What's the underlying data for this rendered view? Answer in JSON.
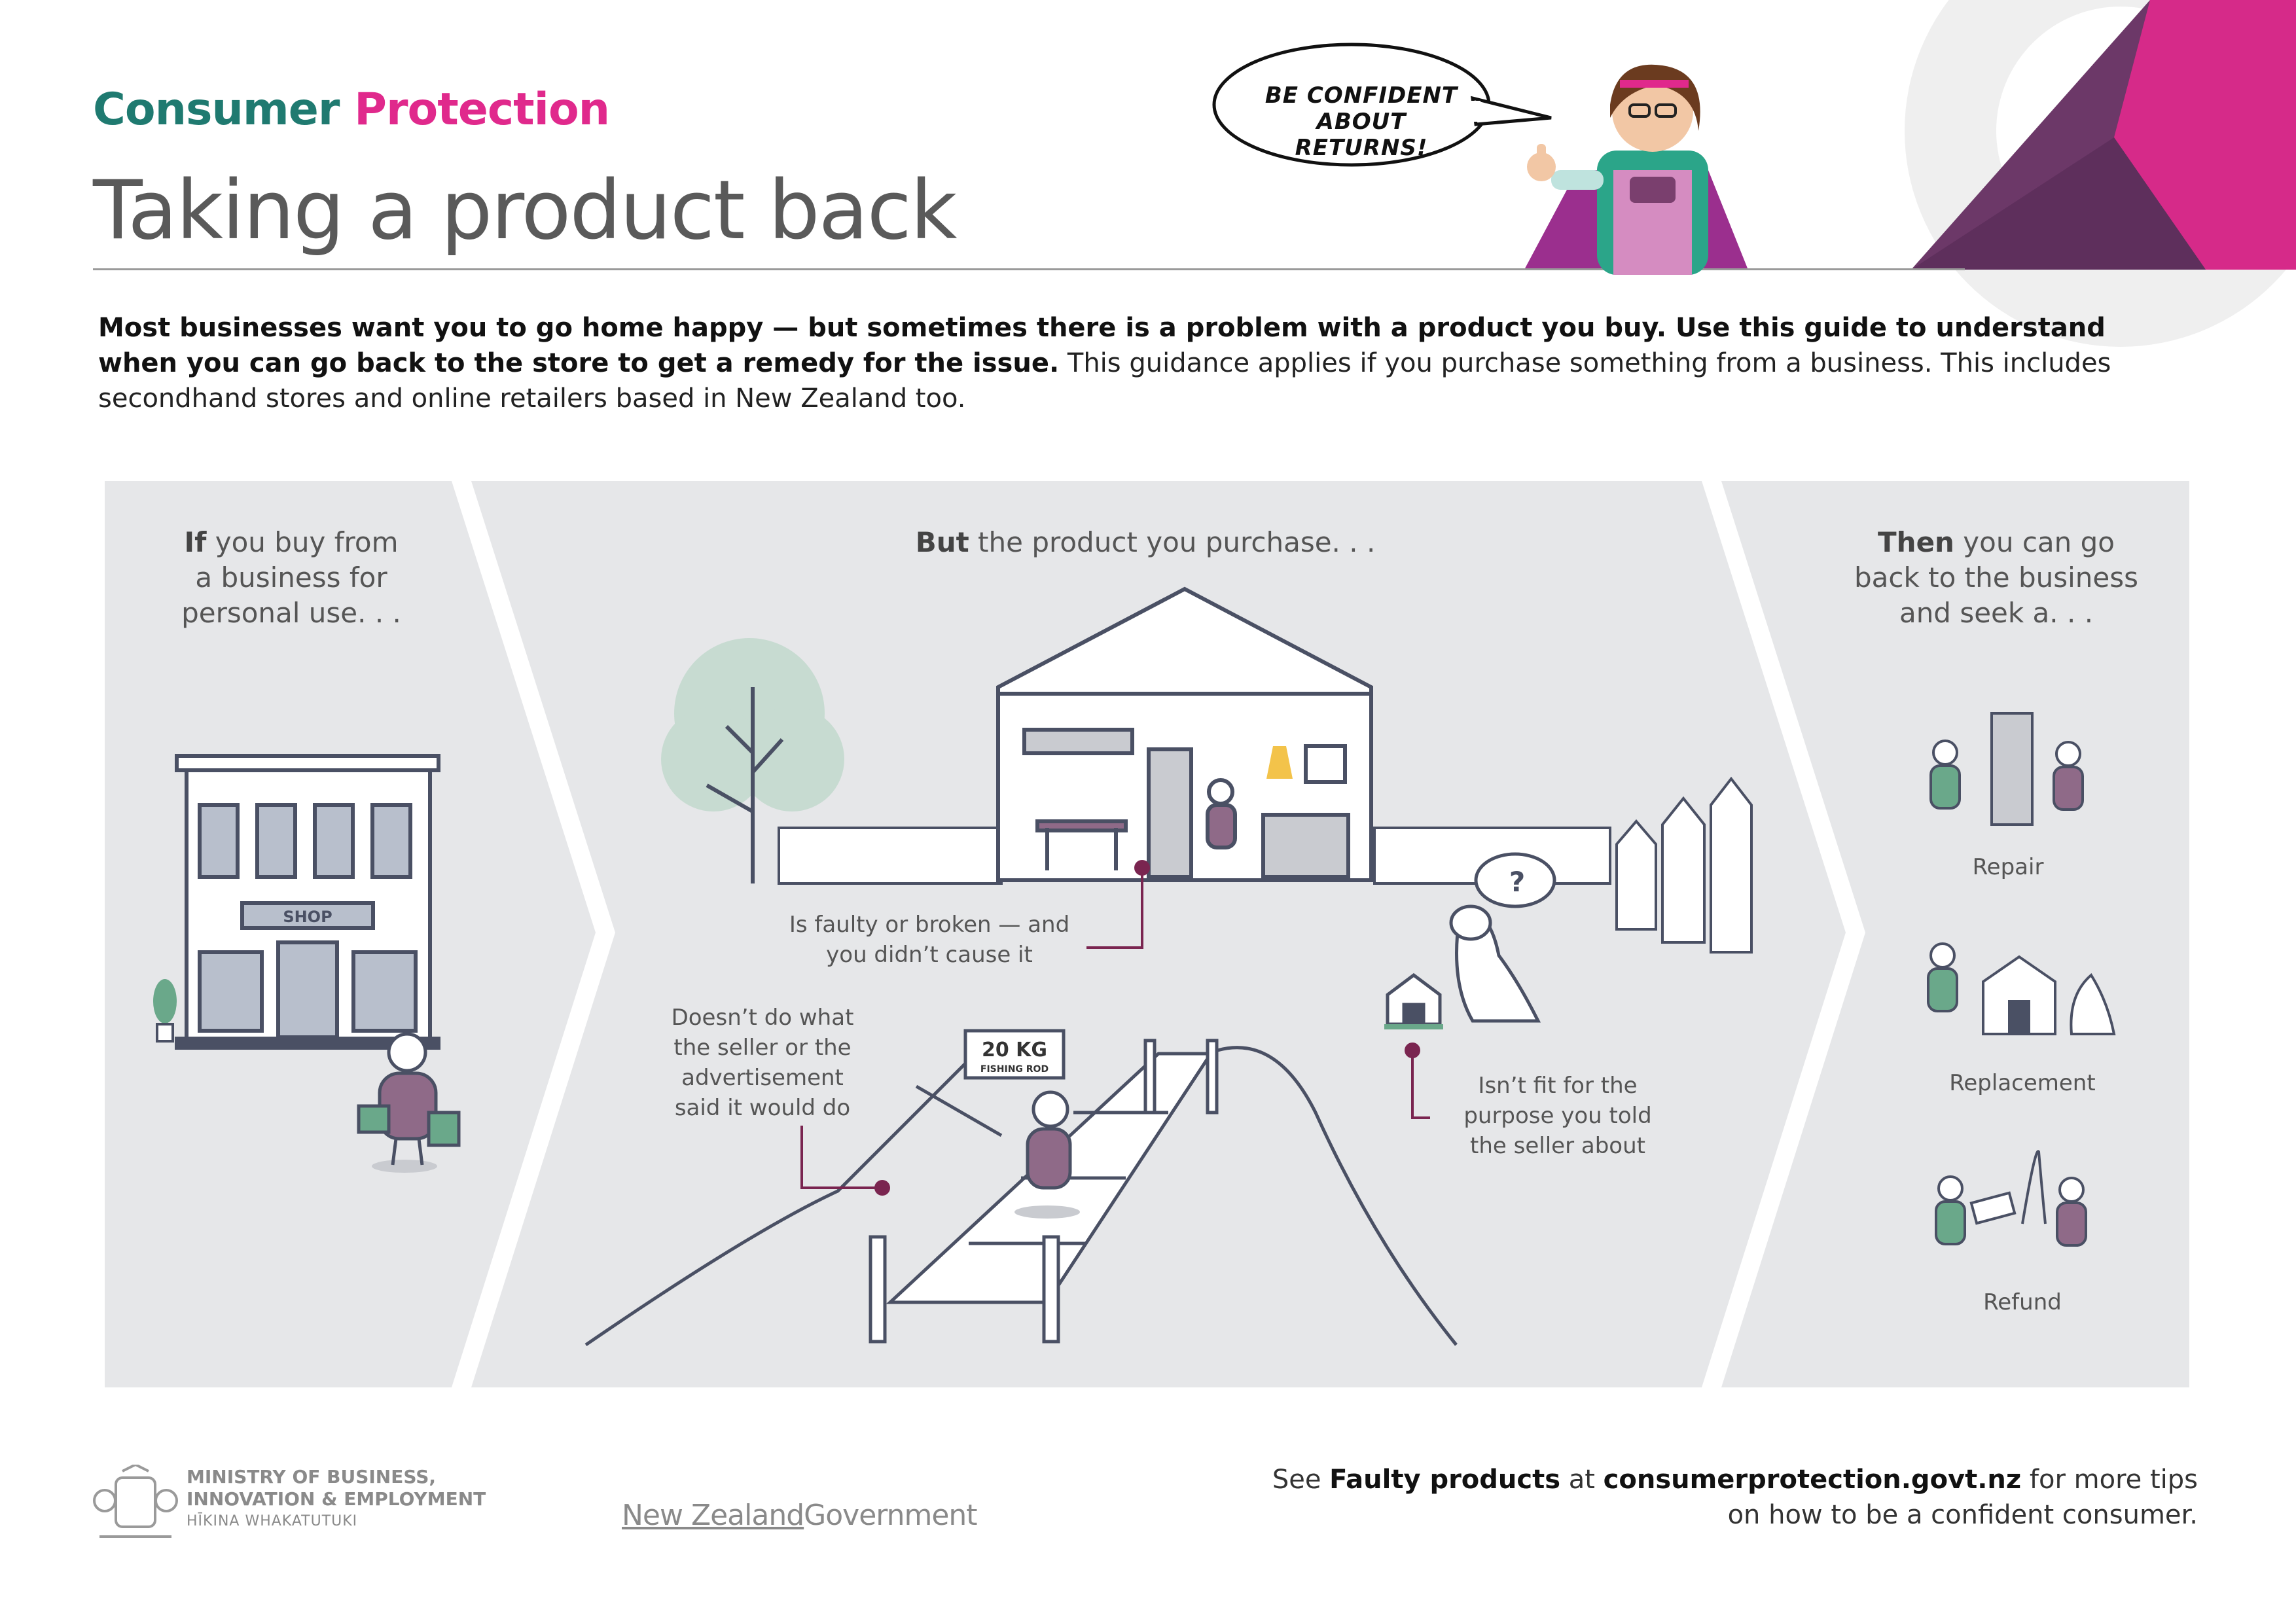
{
  "brand": {
    "part1": "Consumer",
    "part2": "Protection"
  },
  "title": "Taking a product back",
  "speech_bubble": {
    "line1": "Be confident",
    "line2": "about returns!"
  },
  "intro": {
    "bold": "Most businesses want you to go home happy — but sometimes there is a problem with a product you buy. Use this guide to understand when you can go back to the store to get a remedy for the issue.",
    "normal": " This guidance applies if you purchase something from a business. This includes secondhand stores and online retailers based in New Zealand too."
  },
  "columns": {
    "left": {
      "bold": "If",
      "line1": " you buy from",
      "line2": "a business for",
      "line3": "personal use. . ."
    },
    "middle": {
      "bold": "But",
      "rest": " the product you purchase. . ."
    },
    "right": {
      "bold": "Then",
      "line1": " you can go",
      "line2": "back to the business",
      "line3": "and seek a. . ."
    }
  },
  "shop_sign": "SHOP",
  "fishing_sign": {
    "big": "20 KG",
    "small": "FISHING ROD"
  },
  "problems": {
    "faulty": {
      "line1": "Is faulty or broken — and",
      "line2": "you didn’t cause it"
    },
    "misdescribed": {
      "line1": "Doesn’t do what",
      "line2": "the seller or the",
      "line3": "advertisement",
      "line4": "said it would do"
    },
    "not_fit": {
      "line1": "Isn’t fit for the",
      "line2": "purpose you told",
      "line3": "the seller about"
    }
  },
  "remedies": [
    "Repair",
    "Replacement",
    "Refund"
  ],
  "footer": {
    "ministry_line1": "MINISTRY OF BUSINESS,",
    "ministry_line2": "INNOVATION & EMPLOYMENT",
    "ministry_sub": "HĪKINA WHAKATUTUKI",
    "gov_part1": "New Zealand",
    "gov_part2": "Government",
    "cta_see": "See ",
    "cta_faulty": "Faulty products",
    "cta_at": " at ",
    "cta_site": "consumerprotection.govt.nz",
    "cta_rest1": " for more tips",
    "cta_rest2": "on how to be a confident consumer."
  },
  "colors": {
    "teal": "#1f7a70",
    "magenta": "#e0298c",
    "purple": "#7a3f6e",
    "panel": "#e6e7e9",
    "green": "#6aa88a",
    "lilac": "#8f6a88"
  },
  "icons": [
    "shop-icon",
    "house-icon",
    "tree-icon",
    "dog-icon",
    "kennel-icon",
    "jetty-icon",
    "fishing-rod-icon",
    "fridge-icon",
    "money-icon"
  ]
}
